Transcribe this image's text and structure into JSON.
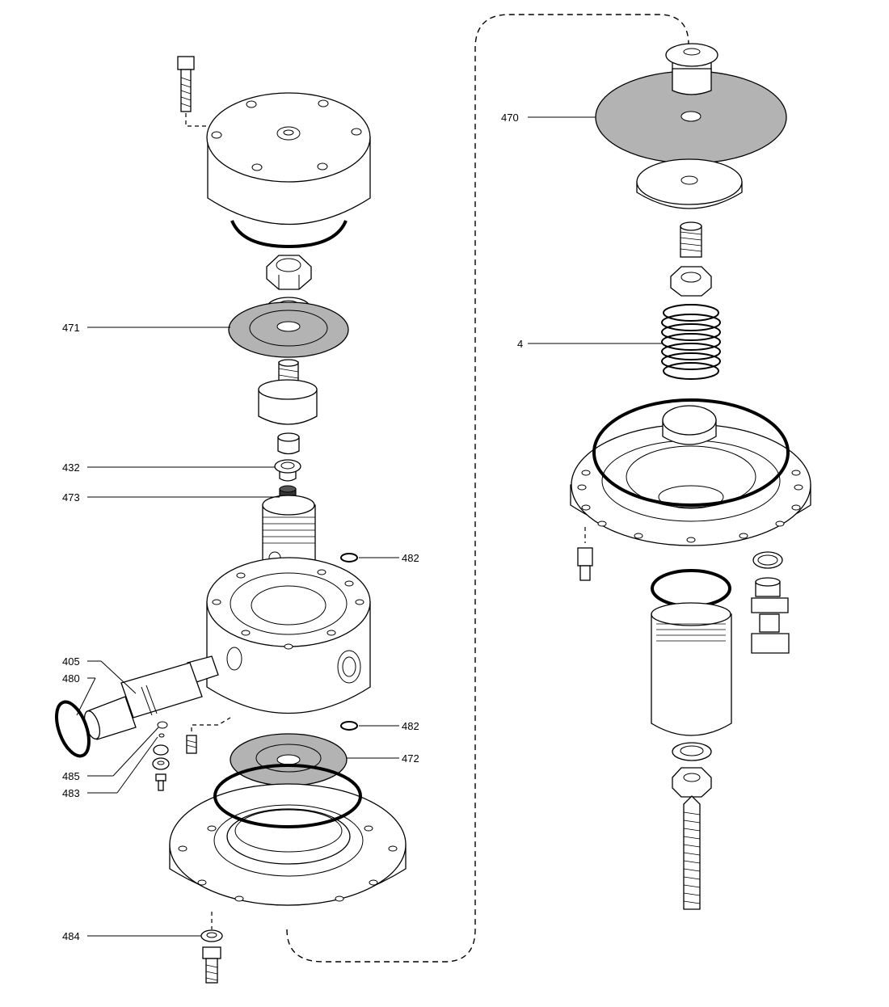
{
  "labels": {
    "l470": "470",
    "l471": "471",
    "l4": "4",
    "l432": "432",
    "l473": "473",
    "l482a": "482",
    "l405": "405",
    "l480": "480",
    "l482b": "482",
    "l472": "472",
    "l485": "485",
    "l483": "483",
    "l484": "484"
  },
  "colors": {
    "diaphragm_gray": "#b3b3b3",
    "line": "#000000",
    "background": "#ffffff"
  }
}
